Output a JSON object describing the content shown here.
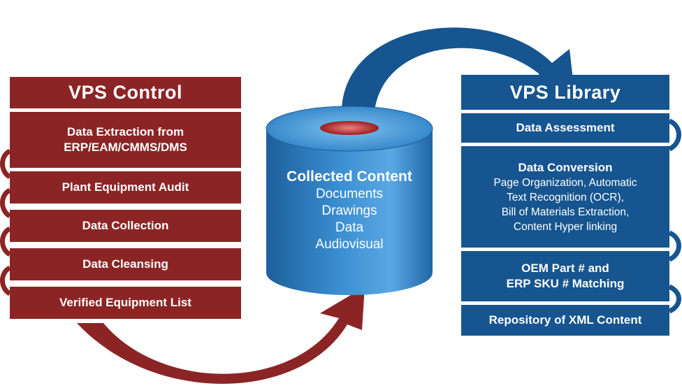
{
  "vps_control": {
    "title": "VPS Control",
    "items": [
      {
        "line1": "Data Extraction from",
        "line2": "ERP/EAM/CMMS/DMS"
      },
      {
        "line1": "Plant Equipment Audit"
      },
      {
        "line1": "Data Collection"
      },
      {
        "line1": "Data Cleansing"
      },
      {
        "line1": "Verified Equipment List"
      }
    ]
  },
  "collected_content": {
    "title": "Collected Content",
    "items": [
      "Documents",
      "Drawings",
      "Data",
      "Audiovisual"
    ]
  },
  "vps_library": {
    "title": "VPS Library",
    "items": [
      {
        "heading": "Data Assessment"
      },
      {
        "heading": "Data Conversion",
        "details": [
          "Page Organization, Automatic",
          "Text Recognition (OCR),",
          "Bill of Materials Extraction,",
          "Content Hyper linking"
        ]
      },
      {
        "heading": "OEM Part # and",
        "heading2": "ERP SKU # Matching"
      },
      {
        "heading": "Repository of XML Content"
      }
    ]
  },
  "colors": {
    "control_red": "#8b2525",
    "library_blue": "#16558f",
    "cylinder_blue": "#2a7ec4"
  }
}
